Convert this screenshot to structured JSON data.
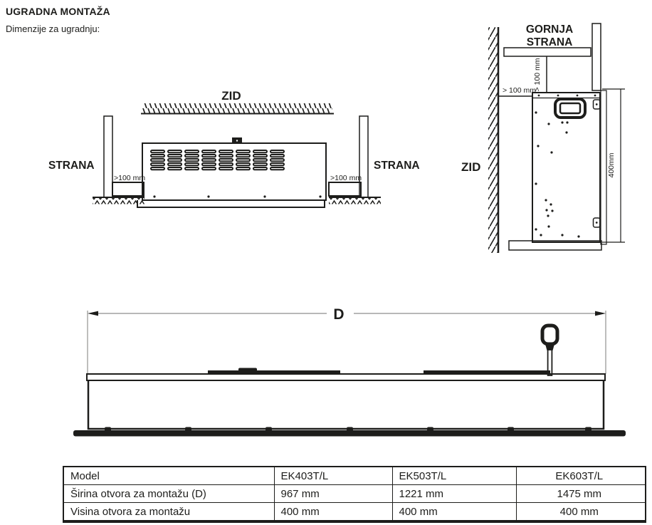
{
  "page": {
    "title": "UGRADNA MONTAŽA",
    "subtitle": "Dimenzije za ugradnju:"
  },
  "top_view": {
    "wall_label": "ZID",
    "left_side_label": "STRANA",
    "right_side_label": "STRANA",
    "left_gap_label": ">100 mm",
    "right_gap_label": ">100 mm"
  },
  "vertical_view": {
    "top_label_line1": "GORNJA",
    "top_label_line2": "STRANA",
    "wall_label": "ZID",
    "top_gap_label": "> 100 mm",
    "side_gap_label": "> 100 mm",
    "height_dim_label": "400mm"
  },
  "side_profile_view": {
    "width_dim_label": "D"
  },
  "table": {
    "rows": [
      {
        "cells": [
          "Model",
          "EK403T/L",
          "EK503T/L",
          "EK603T/L"
        ]
      },
      {
        "cells": [
          "Širina otvora za montažu (D)",
          "967 mm",
          "1221 mm",
          "1475 mm"
        ]
      },
      {
        "cells": [
          "Visina otvora za montažu",
          "400 mm",
          "400 mm",
          "400 mm"
        ]
      }
    ]
  },
  "colors": {
    "ink": "#1d1d1b",
    "dim_line": "#a1a1a0"
  }
}
